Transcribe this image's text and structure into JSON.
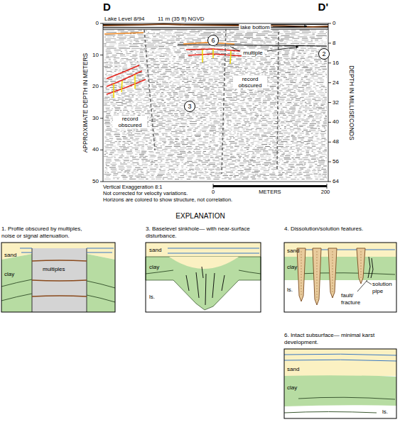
{
  "diagram": {
    "nodes": [
      {
        "text": [
          "6"
        ]
      },
      {
        "text": [
          "2"
        ]
      },
      {
        "text": [
          "3"
        ]
      },
      {
        "text": [
          "1. Profile obscured by multiples, noise or signal attenuation.",
          "sand",
          "clay",
          "multiples"
        ]
      },
      {
        "text": [
          "3. Baselevel sinkhole— with near-surface disturbance.",
          "sand",
          "clay",
          "ls."
        ]
      },
      {
        "text": [
          "4. Dissolution/solution features.",
          "sand",
          "clay",
          "ls.",
          "solution pipe",
          "fault/ fracture"
        ]
      },
      {
        "text": [
          "6. Intact subsurface— minimal karst development.",
          "sand",
          "clay",
          "ls."
        ]
      }
    ],
    "labels": [
      "D",
      "D'",
      "Lake Level 8/94",
      "11 m (35 ft) NGVD",
      "lake bottom",
      "multiple",
      "record obscured",
      "record obscured",
      "APPROXIMATE DEPTH IN METERS",
      "0",
      "10",
      "20",
      "30",
      "40",
      "50",
      "DEPTH IN MILLISECONDS",
      "0",
      "8",
      "16",
      "24",
      "32",
      "40",
      "48",
      "56",
      "64",
      "Vertical Exaggeration 8:1",
      "Not corrected for velocity variations.",
      "Horizons are colored to show structure, not correlation.",
      "0",
      "METERS",
      "200",
      "EXPLANATION"
    ]
  }
}
